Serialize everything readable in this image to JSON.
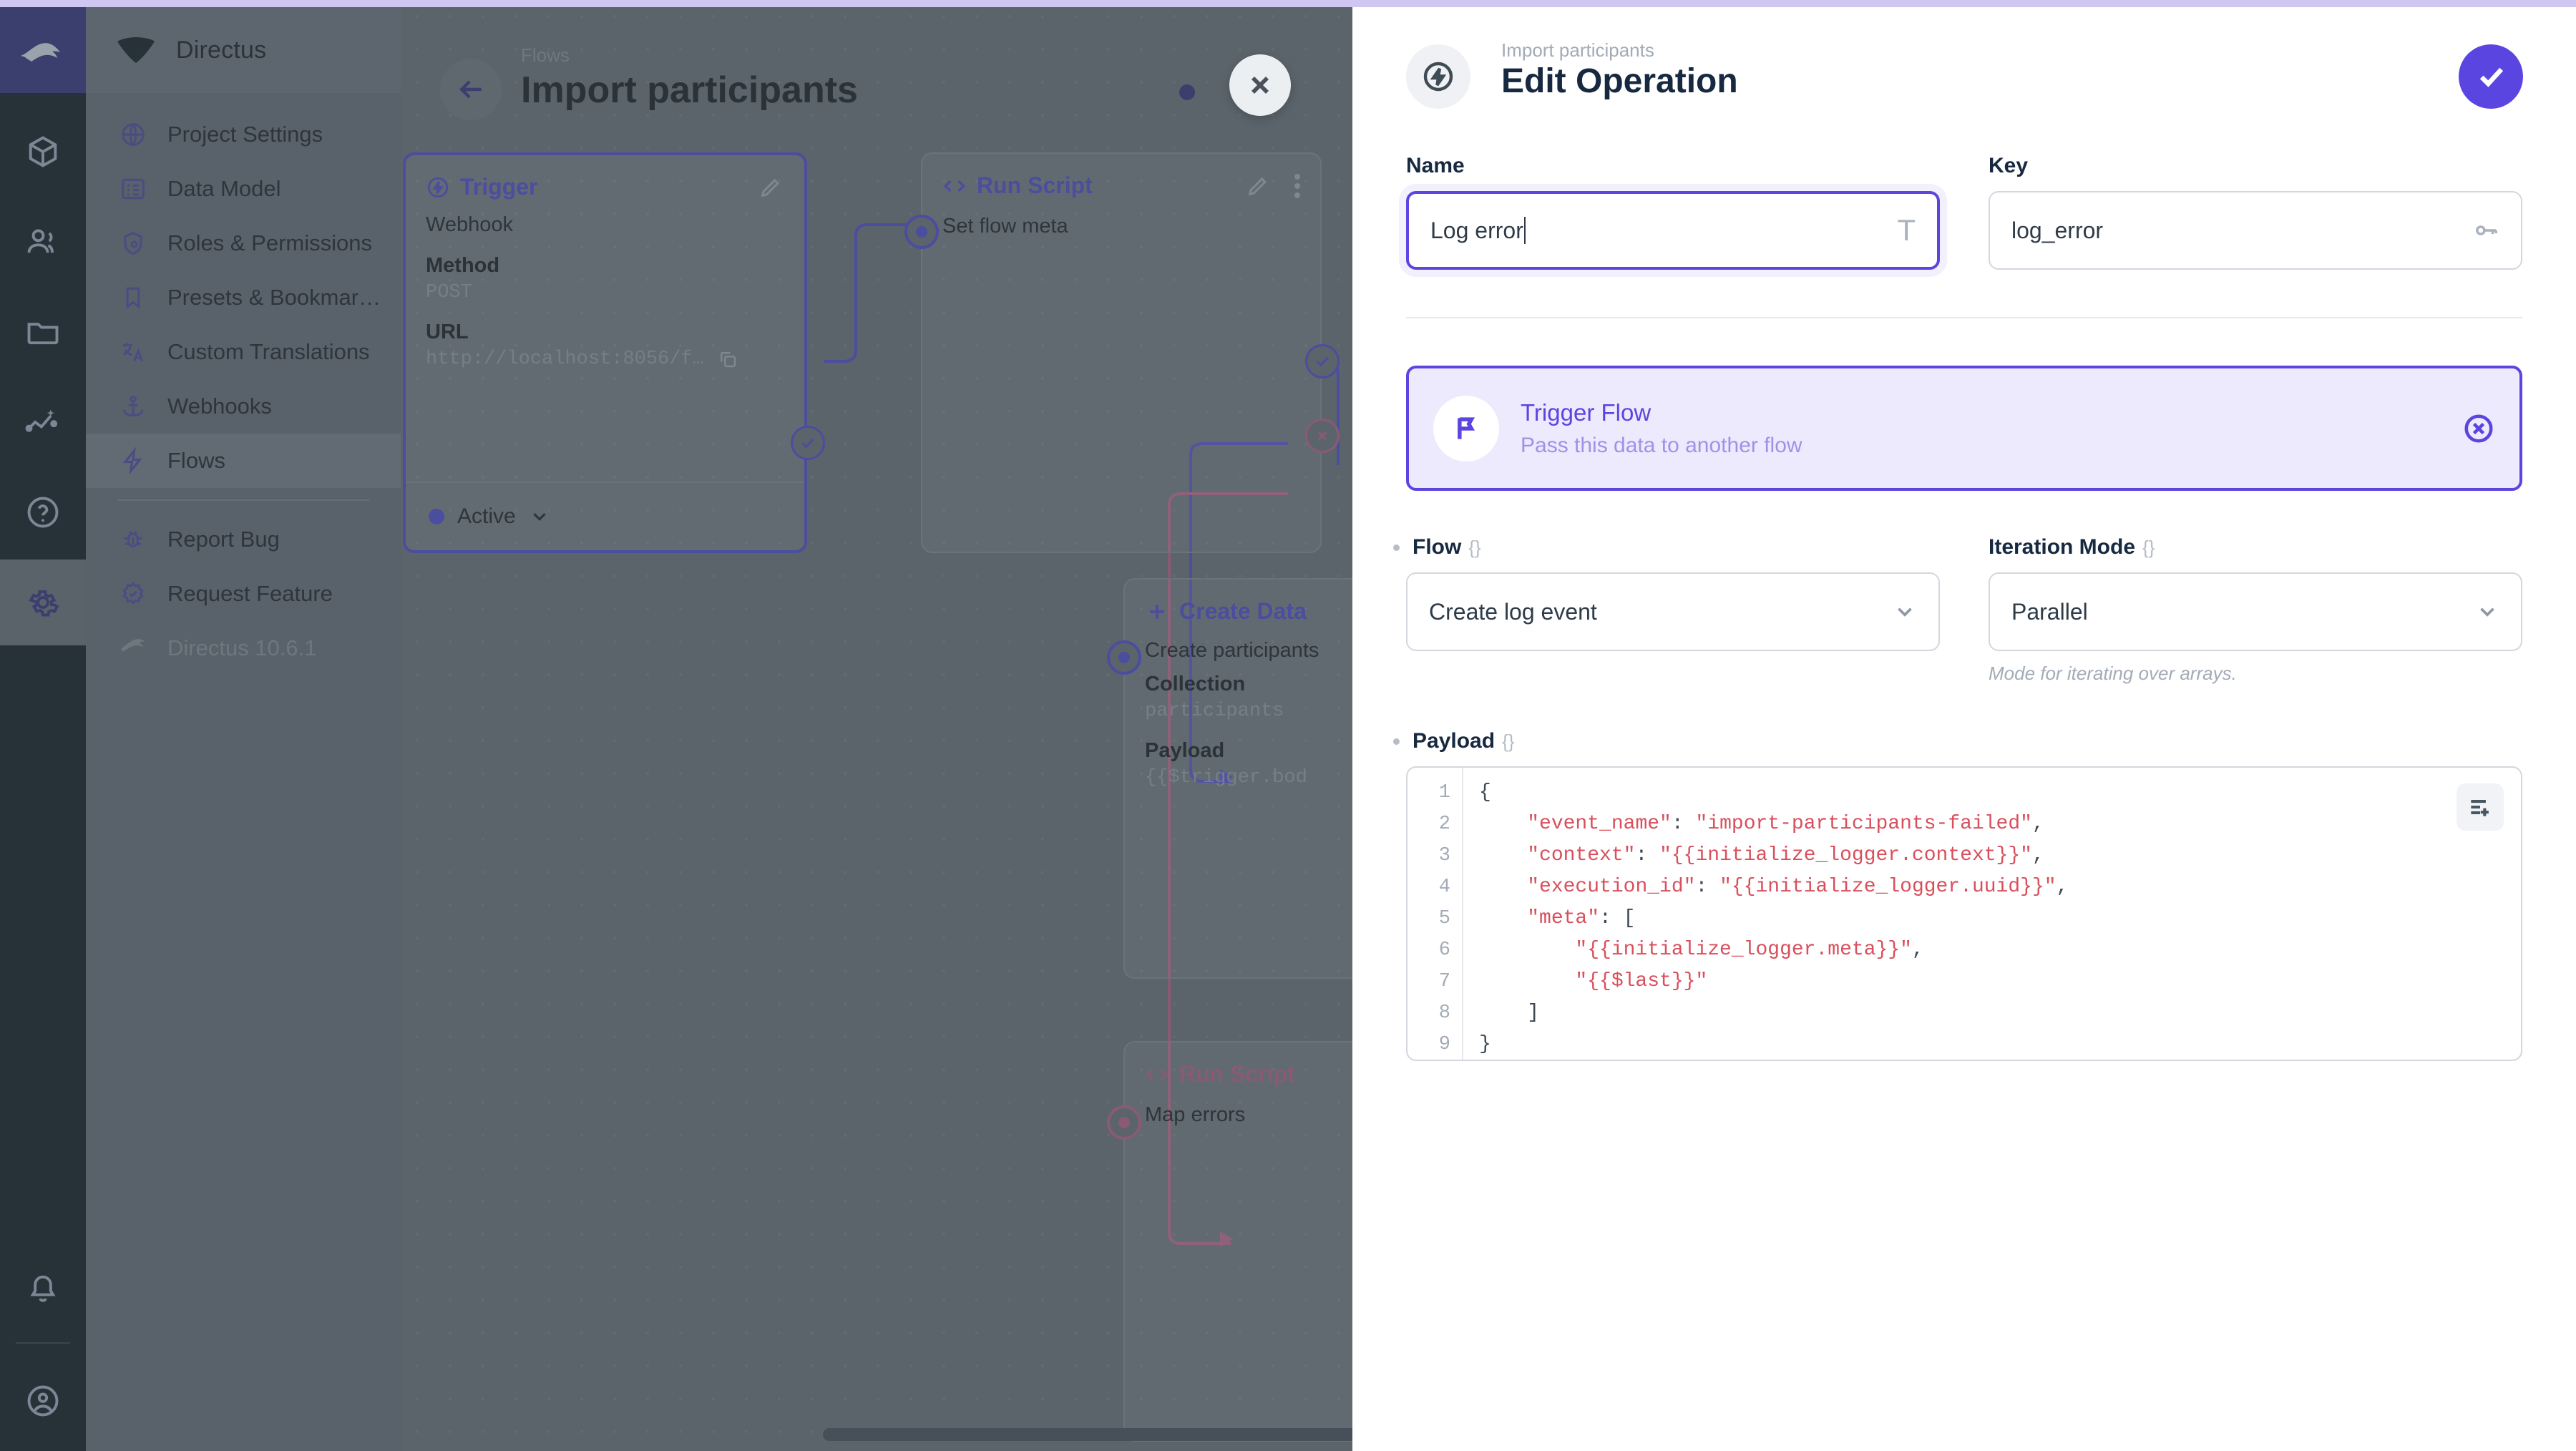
{
  "rail": {
    "logo_icon": "directus-rabbit-logo",
    "items": [
      {
        "icon": "box-icon",
        "name": "content"
      },
      {
        "icon": "users-icon",
        "name": "user-directory"
      },
      {
        "icon": "folder-icon",
        "name": "file-library"
      },
      {
        "icon": "insights-icon",
        "name": "insights"
      },
      {
        "icon": "help-circle-icon",
        "name": "help"
      },
      {
        "icon": "gear-icon",
        "name": "settings",
        "active": true
      }
    ],
    "bottom": [
      {
        "icon": "bell-icon",
        "name": "notifications"
      },
      {
        "icon": "account-circle-icon",
        "name": "account"
      }
    ]
  },
  "nav": {
    "brand": "Directus",
    "brand_icon": "directus-mark",
    "items": [
      {
        "label": "Project Settings",
        "icon": "public-icon"
      },
      {
        "label": "Data Model",
        "icon": "list-alt-icon"
      },
      {
        "label": "Roles & Permissions",
        "icon": "admin-panel-settings-icon"
      },
      {
        "label": "Presets & Bookmar…",
        "icon": "bookmark-icon"
      },
      {
        "label": "Custom Translations",
        "icon": "translate-icon"
      },
      {
        "label": "Webhooks",
        "icon": "anchor-icon"
      },
      {
        "label": "Flows",
        "icon": "bolt-icon",
        "selected": true
      }
    ],
    "footer_items": [
      {
        "label": "Report Bug",
        "icon": "bug-report-icon"
      },
      {
        "label": "Request Feature",
        "icon": "new-releases-icon"
      },
      {
        "label": "Directus 10.6.1",
        "icon": "directus-mark",
        "muted": true
      }
    ]
  },
  "flow": {
    "breadcrumb": "Flows",
    "title": "Import participants",
    "status_dot_color": "#3b3f6e",
    "back_icon": "arrow-left-icon",
    "close_icon": "close-icon",
    "nodes": [
      {
        "name": "trigger-node",
        "type": "Trigger",
        "type_icon": "bolt-circle-icon",
        "subtitle": "Webhook",
        "fields": [
          {
            "key": "Method",
            "value": "POST"
          },
          {
            "key": "URL",
            "value": "http://localhost:8056/f…"
          }
        ],
        "status": "Active",
        "copy_icon": "copy-icon",
        "edit_icon": "pencil-icon"
      },
      {
        "name": "run-script-set-flow-meta-node",
        "type": "Run Script",
        "type_icon": "code-icon",
        "label": "Set flow meta",
        "edit_icon": "pencil-icon",
        "menu_icon": "kebab-icon"
      },
      {
        "name": "create-data-node",
        "type": "Create Data",
        "type_icon": "plus-icon",
        "label": "Create participants",
        "fields": [
          {
            "key": "Collection",
            "value": "participants"
          },
          {
            "key": "Payload",
            "value": "{{$trigger.bod"
          }
        ]
      },
      {
        "name": "run-script-map-errors-node",
        "type": "Run Script",
        "type_icon": "code-icon",
        "label": "Map errors"
      }
    ]
  },
  "drawer": {
    "breadcrumb": "Import participants",
    "title": "Edit Operation",
    "header_icon": "bolt-circle-icon",
    "save_icon": "check-icon",
    "accent": "#5b45e0",
    "fields": {
      "name": {
        "label": "Name",
        "value": "Log error",
        "tail_icon": "text-format-icon"
      },
      "key": {
        "label": "Key",
        "value": "log_error",
        "tail_icon": "key-icon"
      }
    },
    "operation_card": {
      "title": "Trigger Flow",
      "subtitle": "Pass this data to another flow",
      "icon": "flag-icon",
      "clear_icon": "close-circle-icon"
    },
    "flow_select": {
      "label": "Flow",
      "braces": "{}",
      "value": "Create log event",
      "chevron_icon": "chevron-down-icon"
    },
    "iteration_mode": {
      "label": "Iteration Mode",
      "braces": "{}",
      "value": "Parallel",
      "note": "Mode for iterating over arrays.",
      "chevron_icon": "chevron-down-icon"
    },
    "payload": {
      "label": "Payload",
      "braces": "{}",
      "fab_icon": "add-lines-icon",
      "line_numbers": [
        "1",
        "2",
        "3",
        "4",
        "5",
        "6",
        "7",
        "8",
        "9"
      ],
      "code_html": "<span class=\"p\">{</span>\n    <span class=\"s\">\"event_name\"</span><span class=\"p\">:</span> <span class=\"s\">\"import-participants-failed\"</span><span class=\"p\">,</span>\n    <span class=\"s\">\"context\"</span><span class=\"p\">:</span> <span class=\"s\">\"{{initialize_logger.context}}\"</span><span class=\"p\">,</span>\n    <span class=\"s\">\"execution_id\"</span><span class=\"p\">:</span> <span class=\"s\">\"{{initialize_logger.uuid}}\"</span><span class=\"p\">,</span>\n    <span class=\"s\">\"meta\"</span><span class=\"p\">:</span> <span class=\"p\">[</span>\n        <span class=\"s\">\"{{initialize_logger.meta}}\"</span><span class=\"p\">,</span>\n        <span class=\"s\">\"{{$last}}\"</span>\n    <span class=\"p\">]</span>\n<span class=\"p\">}</span>"
    }
  }
}
